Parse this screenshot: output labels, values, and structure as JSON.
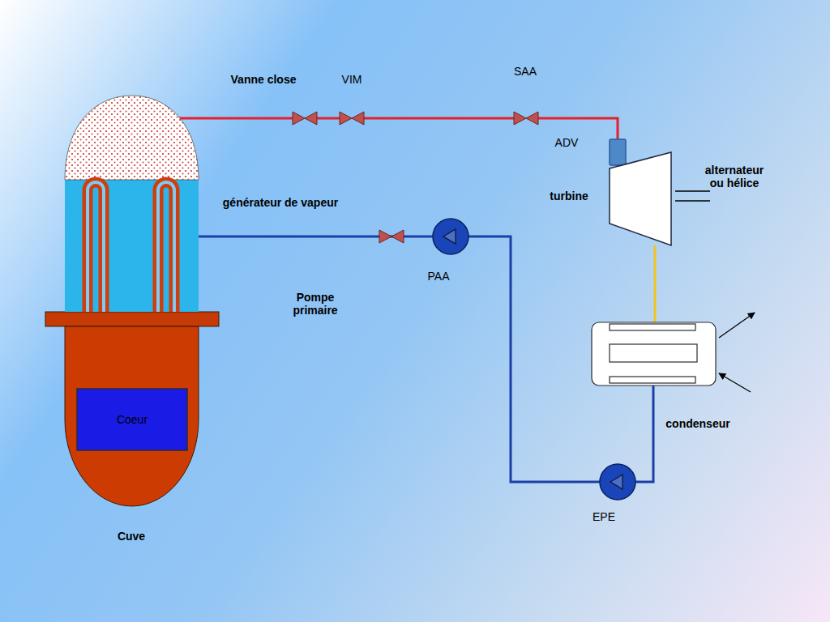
{
  "diagram": {
    "nodes": [
      {
        "text": [
          "Cuve"
        ]
      },
      {
        "text": [
          "Coeur"
        ],
        "in": 0
      },
      {
        "text": [
          "générateur de vapeur"
        ]
      },
      {
        "text": [
          "Vanne close"
        ]
      },
      {
        "text": [
          "VIM"
        ]
      },
      {
        "text": [
          "SAA"
        ]
      },
      {
        "text": [
          "ADV"
        ]
      },
      {
        "text": [
          "turbine"
        ]
      },
      {
        "text": [
          "condenseur"
        ]
      },
      {
        "text": [
          "EPE"
        ]
      },
      {
        "text": [
          "PAA"
        ]
      }
    ],
    "edges": [
      {
        "from": 2,
        "to": 3,
        "arrow": "none"
      },
      {
        "from": 3,
        "to": 4,
        "arrow": "none"
      },
      {
        "from": 4,
        "to": 5,
        "arrow": "none"
      },
      {
        "from": 5,
        "to": 6,
        "arrow": "none"
      },
      {
        "from": 6,
        "to": 7,
        "arrow": "none"
      },
      {
        "from": 7,
        "to": 8,
        "arrow": "none"
      },
      {
        "from": 8,
        "to": 9,
        "arrow": "none"
      },
      {
        "from": 9,
        "to": 10,
        "arrow": "none"
      },
      {
        "from": 10,
        "to": 2,
        "arrow": "none"
      }
    ],
    "labels": [
      "alternateur ou hélice",
      "Pompe primaire"
    ]
  }
}
